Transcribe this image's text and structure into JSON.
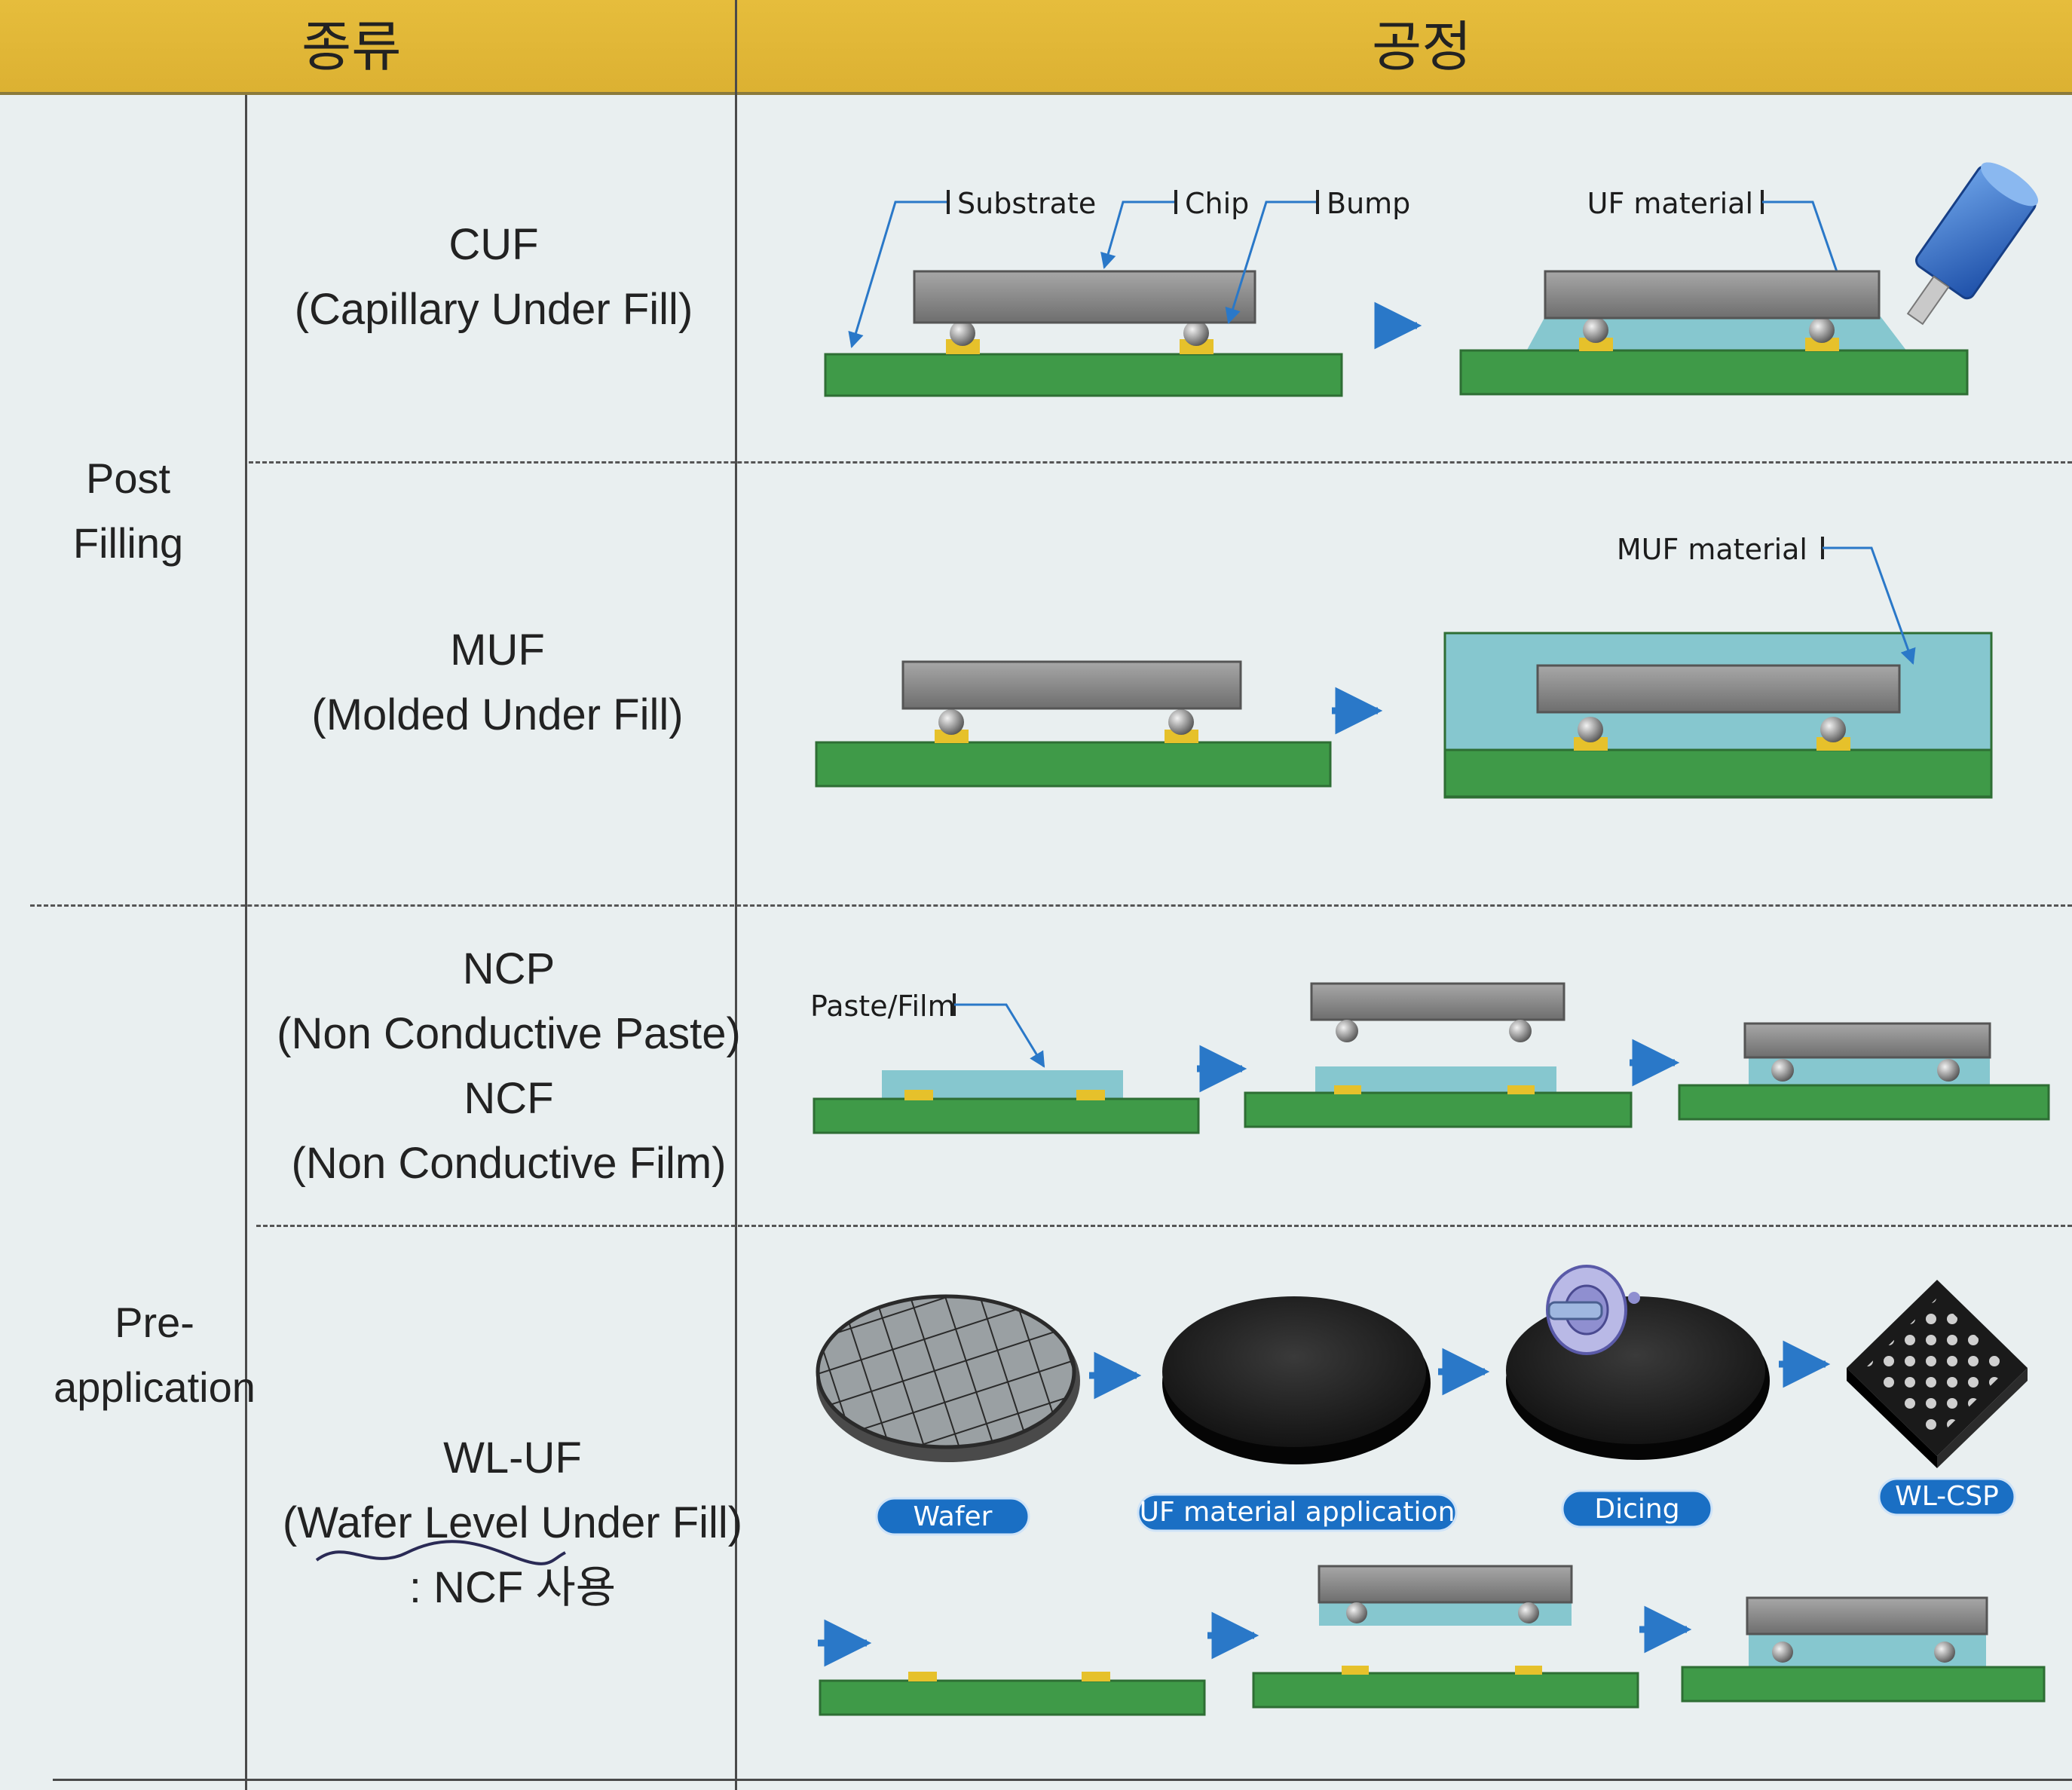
{
  "header": {
    "type_label": "종류",
    "process_label": "공정"
  },
  "categories": {
    "post_filling": {
      "line1": "Post",
      "line2": "Filling"
    },
    "pre_application": {
      "line1": "Pre-",
      "line2": "application"
    }
  },
  "types": {
    "cuf": {
      "abbr": "CUF",
      "full": "(Capillary Under Fill)"
    },
    "muf": {
      "abbr": "MUF",
      "full": "(Molded Under Fill)"
    },
    "ncp": {
      "abbr": "NCP",
      "full": "(Non Conductive Paste)"
    },
    "ncf": {
      "abbr": "NCF",
      "full": "(Non Conductive Film)"
    },
    "wluf": {
      "abbr": "WL-UF",
      "full": "(Wafer Level Under Fill)",
      "note": ": NCF 사용"
    }
  },
  "labels": {
    "substrate": "Substrate",
    "chip": "Chip",
    "bump": "Bump",
    "uf_material": "UF material",
    "muf_material": "MUF material",
    "paste_film": "Paste/Film"
  },
  "wl_steps": [
    "Wafer",
    "UF material application",
    "Dicing",
    "WL-CSP"
  ],
  "colors": {
    "header": "#dcb132",
    "substrate": "#3f9a48",
    "chip": "#8e8e8e",
    "underfill": "#86c7cf",
    "pad": "#e6c12b",
    "arrow": "#2a78c8",
    "pill": "#1a6fc4"
  }
}
